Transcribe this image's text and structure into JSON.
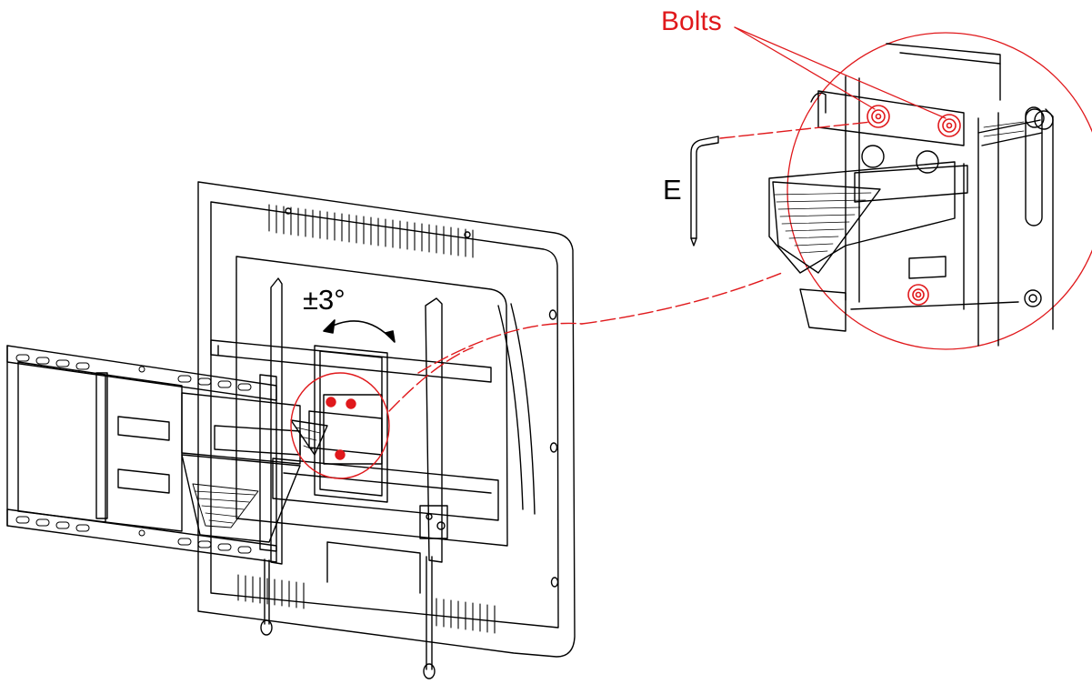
{
  "labels": {
    "bolts": "Bolts",
    "tilt": "±3°",
    "tool": "E"
  },
  "colors": {
    "line": "#000000",
    "highlight": "#e0191c",
    "background": "#ffffff"
  }
}
